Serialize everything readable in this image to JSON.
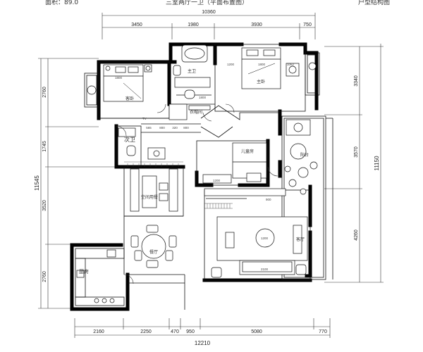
{
  "header": {
    "left": "面积：89.0",
    "middle": "三室两厅一卫（平面布置图）",
    "right": "户型结构图"
  },
  "dimensions": {
    "top_total": "10360",
    "top": [
      "3450",
      "1980",
      "3930",
      "750"
    ],
    "left_top": [
      "2760",
      "1745"
    ],
    "left_bottom": [
      "3520",
      "2760"
    ],
    "left_total": "11545",
    "right": [
      "3340",
      "3570",
      "4260"
    ],
    "right_total": "11150",
    "bottom": [
      "2160",
      "2250",
      "470",
      "950",
      "5080",
      "770"
    ],
    "bottom_total": "12210",
    "inner_strip": [
      "565",
      "800",
      "320",
      "800"
    ]
  },
  "rooms": {
    "bedroom_secondary": "客卧",
    "bathroom_main": "主卫",
    "master_bedroom": "主卧",
    "walk_in_closet": "衣帽间",
    "bathroom_secondary": "次卫",
    "kids_room": "儿童房",
    "balcony": "阳台",
    "dining_area": "空间用餐",
    "dining": "餐厅",
    "kitchen": "厨房",
    "living": "客厅"
  },
  "small_labels": {
    "bed_a": "1800",
    "bed_b": "1800",
    "master_bed": "1800",
    "sofa": "2100",
    "table": "1200",
    "master_a": "1200",
    "master_b": "1062",
    "tv": "TV",
    "kids_bed": "1200",
    "storage": "900"
  }
}
